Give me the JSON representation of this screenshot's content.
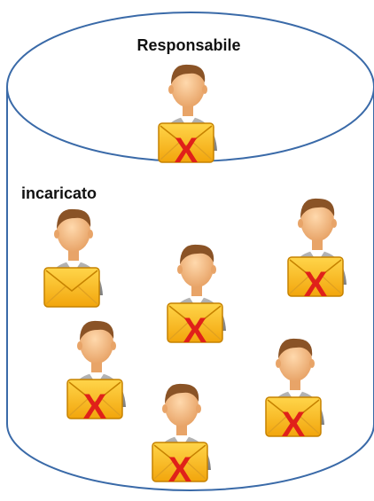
{
  "diagram": {
    "top_label": "Responsabile",
    "group_label": "incaricato",
    "x_mark": "X",
    "colors": {
      "outline": "#3a6aa8",
      "skin": "#f2b982",
      "hair": "#8a5326",
      "suit": "#9a9a9a",
      "envelope": "#f7b614",
      "envelope_edge": "#c68200",
      "x_mark": "#e0201a"
    }
  },
  "people": [
    {
      "role": "responsabile",
      "icon": "person-icon",
      "envelope_icon": "envelope-icon",
      "crossed": true
    },
    {
      "role": "incaricato",
      "icon": "person-icon",
      "envelope_icon": "envelope-icon",
      "crossed": false
    },
    {
      "role": "incaricato",
      "icon": "person-icon",
      "envelope_icon": "envelope-icon",
      "crossed": true
    },
    {
      "role": "incaricato",
      "icon": "person-icon",
      "envelope_icon": "envelope-icon",
      "crossed": true
    },
    {
      "role": "incaricato",
      "icon": "person-icon",
      "envelope_icon": "envelope-icon",
      "crossed": true
    },
    {
      "role": "incaricato",
      "icon": "person-icon",
      "envelope_icon": "envelope-icon",
      "crossed": true
    },
    {
      "role": "incaricato",
      "icon": "person-icon",
      "envelope_icon": "envelope-icon",
      "crossed": true
    }
  ]
}
